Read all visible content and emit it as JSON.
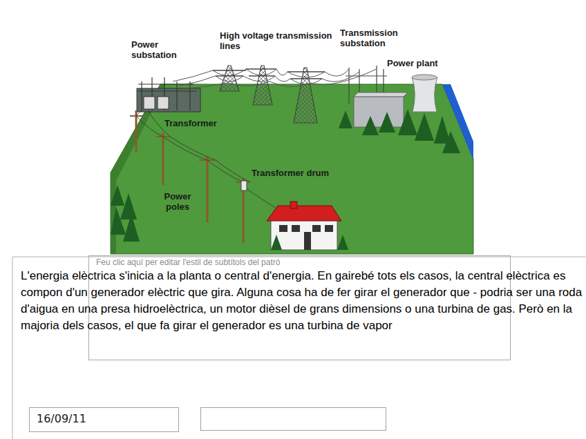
{
  "diagram": {
    "nodes": [
      {
        "text": [
          "Feu clic aquí per editar l'estil de subtítols del patró"
        ]
      },
      {
        "text": [
          "16/09/11"
        ]
      }
    ],
    "labels": [
      "Power substation",
      "High voltage transmission lines",
      "Transmission substation",
      "Power plant",
      "Transformer",
      "Transformer drum",
      "Power poles",
      "L'energia elèctrica s'inicia a la planta o central d'energia. En gairebé tots els casos, la central elèctrica es compon d'un generador elèctric que gira. Alguna cosa ha de fer girar el generador que - podria ser una roda d'aigua en una presa hidroelèctrica, un motor dièsel de grans dimensions o una turbina de gas. Però en la majoria dels casos, el que fa girar el generador es una turbina de vapor"
    ]
  }
}
